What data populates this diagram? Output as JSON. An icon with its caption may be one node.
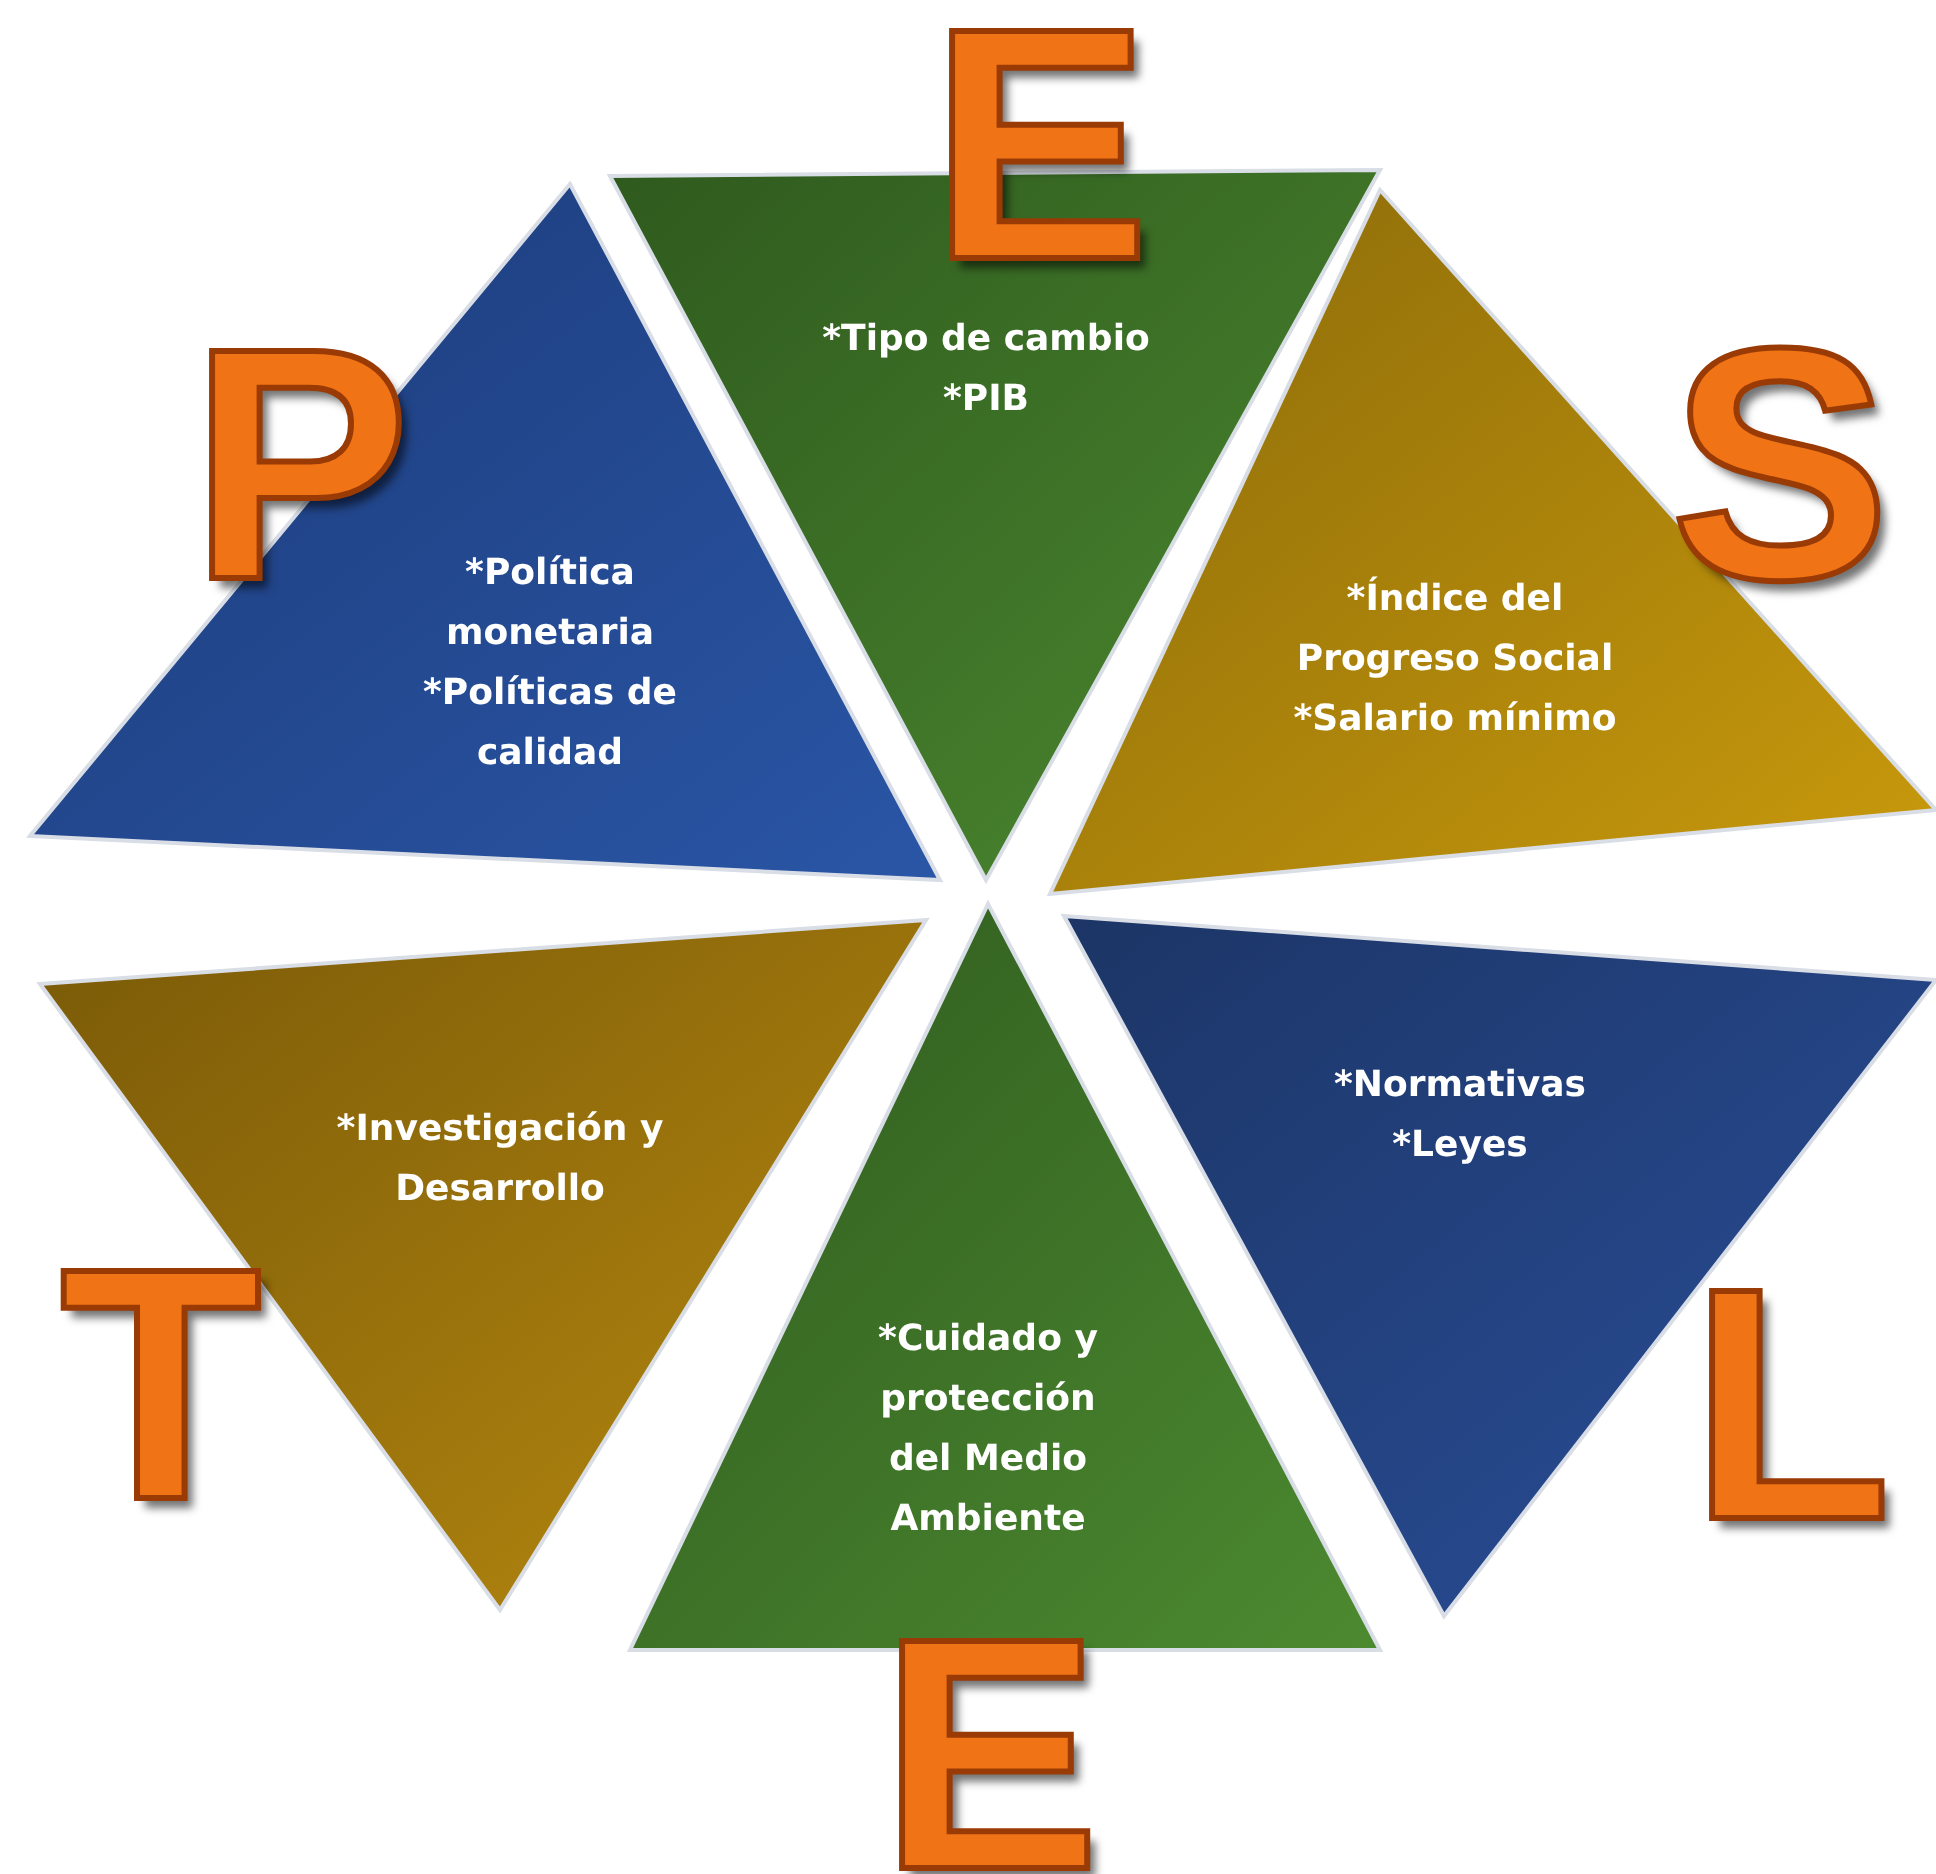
{
  "diagram": {
    "nodes": [
      {
        "text": [
          "*Política monetaria",
          "*Políticas de calidad"
        ],
        "beside": [
          "P"
        ]
      },
      {
        "text": [
          "*Tipo de cambio",
          "*PIB"
        ],
        "beside": [
          "E"
        ]
      },
      {
        "text": [
          "*Índice del Progreso Social",
          "*Salario mínimo"
        ],
        "beside": [
          "S"
        ]
      },
      {
        "text": [
          "*Investigación y Desarrollo"
        ],
        "beside": [
          "T"
        ]
      },
      {
        "text": [
          "*Cuidado y protección del Medio Ambiente"
        ],
        "beside": [
          "E"
        ]
      },
      {
        "text": [
          "*Normativas",
          "*Leyes"
        ],
        "beside": [
          "L"
        ]
      }
    ]
  }
}
